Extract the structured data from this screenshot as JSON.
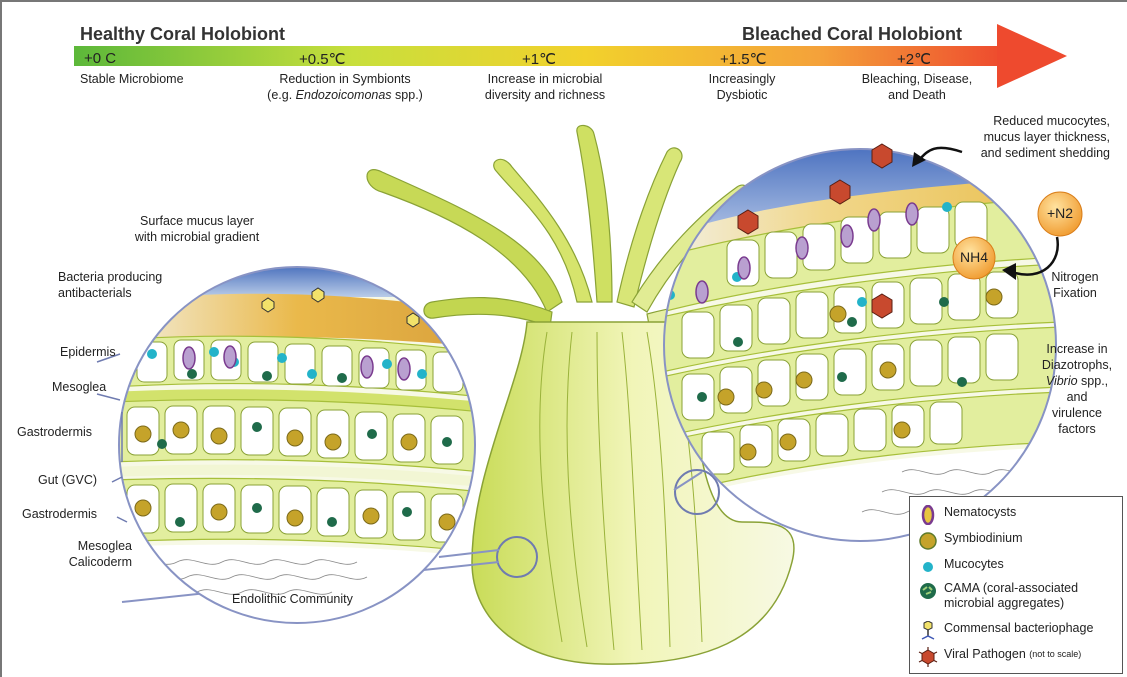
{
  "header": {
    "left_title": "Healthy Coral Holobiont",
    "right_title": "Bleached Coral Holobiont",
    "ticks": [
      {
        "label": "+0 C",
        "desc": [
          "Stable Microbiome"
        ]
      },
      {
        "label": "+0.5℃",
        "desc": [
          "Reduction in Symbionts",
          "(e.g. Endozoicomonas spp.)"
        ]
      },
      {
        "label": "+1℃",
        "desc": [
          "Increase in microbial",
          "diversity and richness"
        ]
      },
      {
        "label": "+1.5℃",
        "desc": [
          "Increasingly",
          "Dysbiotic"
        ]
      },
      {
        "label": "+2℃",
        "desc": [
          "Bleaching, Disease,",
          "and Death"
        ]
      }
    ],
    "gradient_colors": [
      "#5cb83a",
      "#c8df3c",
      "#f2d12c",
      "#f4a23a",
      "#ee4a2e"
    ]
  },
  "healthy_labels": {
    "mucus": [
      "Surface mucus layer",
      "with microbial gradient"
    ],
    "bacteria": [
      "Bacteria producing",
      "antibacterials"
    ],
    "epidermis": "Epidermis",
    "mesoglea": "Mesoglea",
    "gastrodermis_1": "Gastrodermis",
    "gut": "Gut (GVC)",
    "gastrodermis_2": "Gastrodermis",
    "mesoglea_calicoderm": [
      "Mesoglea",
      "Calicoderm"
    ],
    "endolithic": "Endolithic Community"
  },
  "bleached_labels": {
    "reduced": [
      "Reduced mucocytes,",
      "mucus layer thickness,",
      "and sediment shedding"
    ],
    "n2": "+N2",
    "nh4": "NH4",
    "nitrogen": [
      "Nitrogen",
      "Fixation"
    ],
    "increase": [
      "Increase in",
      "Diazotrophs,",
      "Vibrio spp.,",
      "and",
      "virulence",
      "factors"
    ]
  },
  "legend": {
    "items": [
      {
        "icon": "nematocyst-icon",
        "label": "Nematocysts"
      },
      {
        "icon": "symbiodinium-icon",
        "label": "Symbiodinium"
      },
      {
        "icon": "mucocyte-icon",
        "label": "Mucocytes"
      },
      {
        "icon": "cama-icon",
        "label": "CAMA (coral-associated",
        "label2": "microbial aggregates)"
      },
      {
        "icon": "bacteriophage-icon",
        "label": "Commensal bacteriophage"
      },
      {
        "icon": "viral-pathogen-icon",
        "label": "Viral Pathogen",
        "note": "(not to scale)"
      }
    ]
  },
  "colors": {
    "cell_green": "#cfe68a",
    "cell_fill": "#f6fbe4",
    "symbiodinium": "#c5a32a",
    "mucocyte": "#23b3c9",
    "cama": "#1f6b4a",
    "nematocyst_purple": "#7a3b8f",
    "virus": "#c8492e",
    "n2_orange": "#f2a33b"
  }
}
